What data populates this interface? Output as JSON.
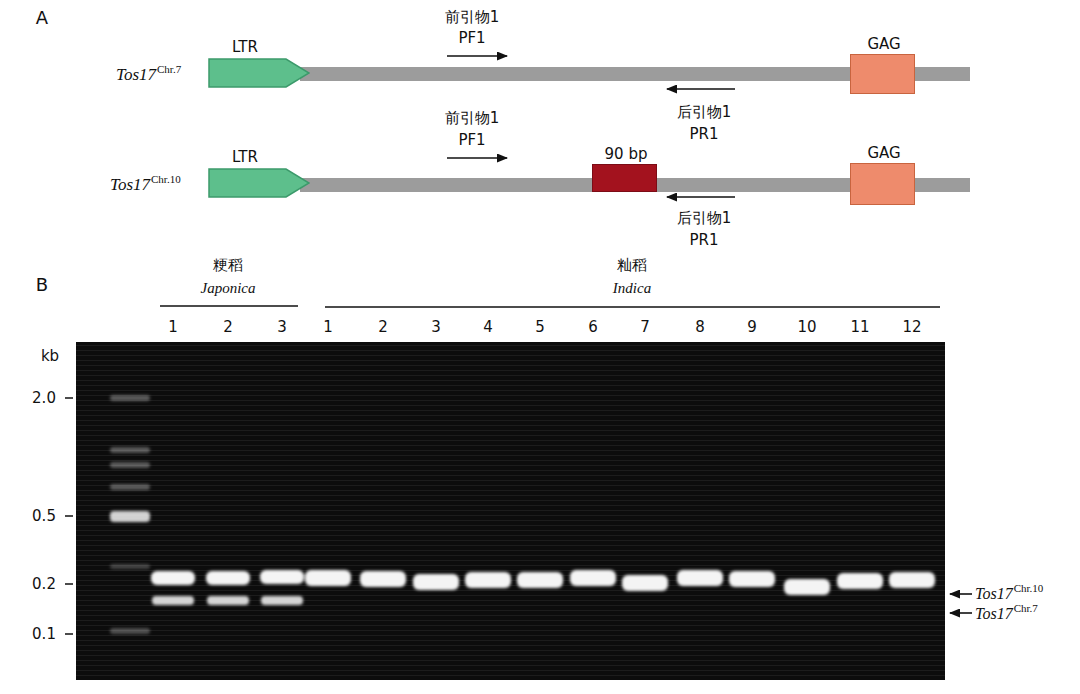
{
  "diagram": {
    "nodes": [
      {
        "text": [
          "LTR"
        ]
      },
      {
        "text": [
          "GAG"
        ]
      },
      {
        "text": [
          "LTR"
        ]
      },
      {
        "text": [
          "90 bp"
        ]
      },
      {
        "text": [
          "GAG"
        ]
      }
    ],
    "labels": [
      "A",
      "前引物1",
      "PF1",
      "Tos17",
      "Chr.7",
      "后引物1",
      "PR1",
      "前引物1",
      "PF1",
      "Tos17",
      "Chr.10",
      "后引物1",
      "PR1",
      "B",
      "粳稻",
      "Japonica",
      "籼稻",
      "Indica",
      "1",
      "2",
      "3",
      "1",
      "2",
      "3",
      "4",
      "5",
      "6",
      "7",
      "8",
      "9",
      "10",
      "11",
      "12",
      "kb",
      "2.0",
      "0.5",
      "0.2",
      "0.1",
      "Tos17",
      "Chr.10",
      "Tos17",
      "Chr.7"
    ]
  }
}
